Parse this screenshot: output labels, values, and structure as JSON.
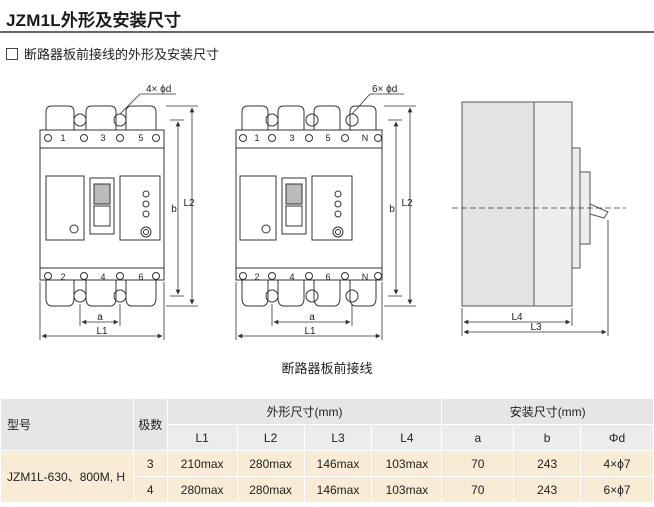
{
  "title": "JZM1L外形及安装尺寸",
  "subtitle": "断路器板前接线的外形及安装尺寸",
  "caption": "断路器板前接线",
  "diagram": {
    "left": {
      "top_terminals": [
        "1",
        "3",
        "5"
      ],
      "bottom_terminals": [
        "2",
        "4",
        "6"
      ],
      "hole_callout": "4× ϕd",
      "dim_a": "a",
      "dim_L1": "L1",
      "dim_b": "b",
      "dim_L2": "L2"
    },
    "middle": {
      "top_terminals": [
        "1",
        "3",
        "5",
        "N"
      ],
      "bottom_terminals": [
        "2",
        "4",
        "6",
        "N"
      ],
      "hole_callout": "6× ϕd",
      "dim_a": "a",
      "dim_L1": "L1",
      "dim_b": "b",
      "dim_L2": "L2"
    },
    "side": {
      "dim_L4": "L4",
      "dim_L3": "L3"
    }
  },
  "table": {
    "col_model": "型号",
    "col_poles": "极数",
    "group_outline": "外形尺寸(mm)",
    "group_install": "安装尺寸(mm)",
    "sub_headers": [
      "L1",
      "L2",
      "L3",
      "L4",
      "a",
      "b",
      "Φd"
    ],
    "model_name": "JZM1L-630、800M, H",
    "rows": [
      {
        "poles": "3",
        "L1": "210max",
        "L2": "280max",
        "L3": "146max",
        "L4": "103max",
        "a": "70",
        "b": "243",
        "d": "4×ϕ7"
      },
      {
        "poles": "4",
        "L1": "280max",
        "L2": "280max",
        "L3": "146max",
        "L4": "103max",
        "a": "70",
        "b": "243",
        "d": "6×ϕ7"
      }
    ]
  }
}
